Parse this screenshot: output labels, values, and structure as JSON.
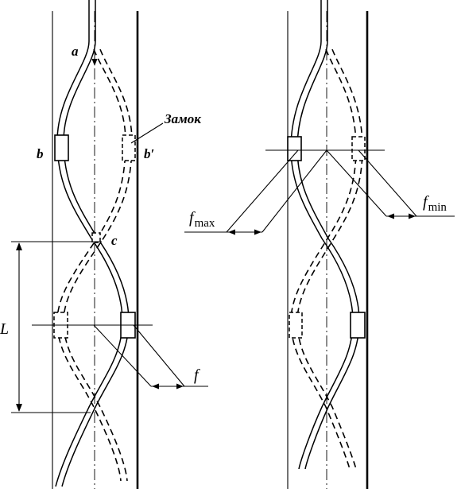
{
  "labels": {
    "a": "a",
    "b": "b",
    "b_prime": "b′",
    "c": "c",
    "zamok": "Замок",
    "L": "L",
    "f": "f",
    "f_max_base": "f",
    "f_max_sub": "max",
    "f_min_base": "f",
    "f_min_sub": "min"
  }
}
